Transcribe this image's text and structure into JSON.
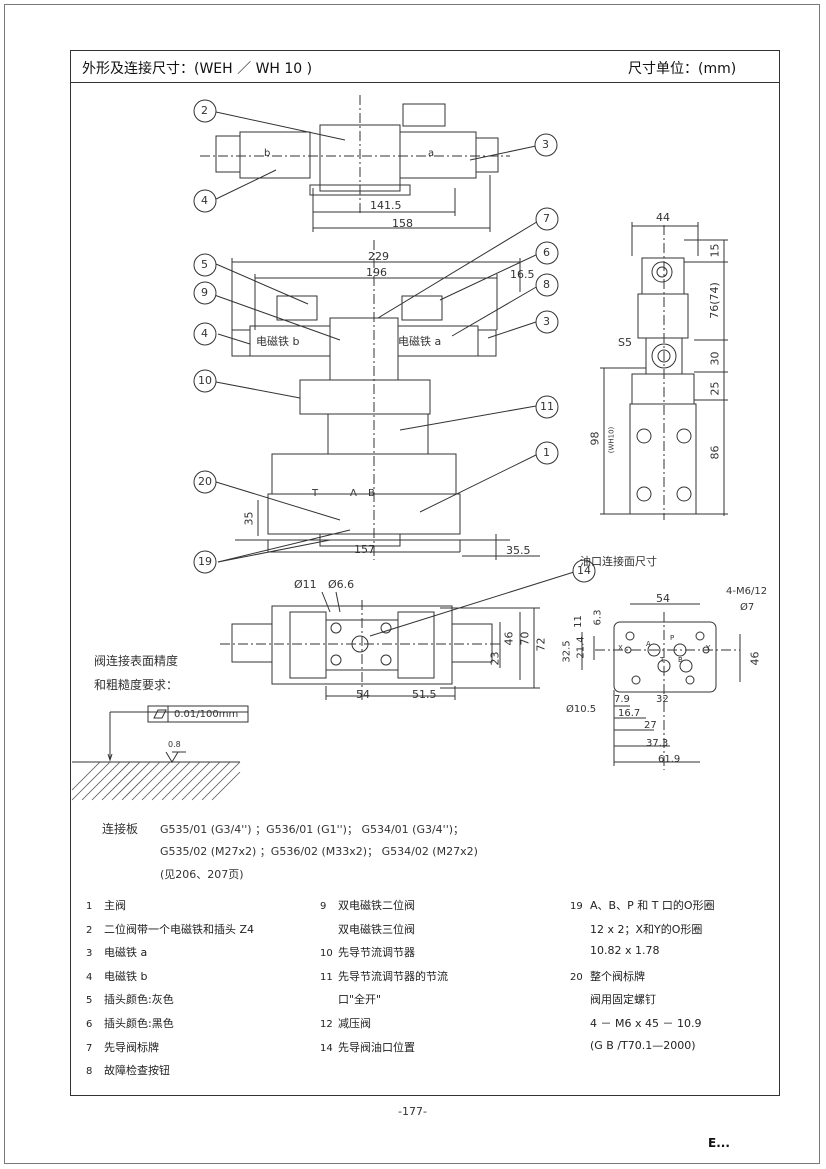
{
  "header": {
    "title": "外形及连接尺寸：(WEH ／ WH 10 )",
    "units": "尺寸单位：(mm)"
  },
  "drawing_labels": {
    "top_view": {
      "dim_1": "141.5",
      "dim_2": "158",
      "letter_a": "a",
      "letter_b": "b"
    },
    "front_view": {
      "dim_229": "229",
      "dim_196": "196",
      "dim_165": "16.5",
      "solenoid_b": "电磁铁 b",
      "solenoid_a": "电磁铁 a",
      "dim_35": "35",
      "dim_157": "157",
      "dim_355": "35.5",
      "port_t": "T",
      "port_a": "A",
      "port_b": "B"
    },
    "side_view": {
      "dim_44": "44",
      "dim_15": "15",
      "dim_76": "76(74)",
      "dim_30": "30",
      "dim_25": "25",
      "dim_86": "86",
      "dim_98": "98",
      "dim_s5": "S5",
      "dim_wh": "(WH10)"
    },
    "bottom_view": {
      "dim_d11": "Ø11",
      "dim_d66": "Ø6.6",
      "dim_46": "46",
      "dim_70": "70",
      "dim_72": "72",
      "dim_23": "23",
      "dim_54": "54",
      "dim_515": "51.5"
    },
    "port_face": {
      "title": "油口连接面尺寸",
      "dim_54": "54",
      "dim_m6": "4-M6/12",
      "dim_d7": "Ø7",
      "dim_11": "11",
      "dim_63": "6.3",
      "dim_325": "32.5",
      "dim_214": "21.4",
      "dim_46": "46",
      "dim_d105": "Ø10.5",
      "dim_79": "7.9",
      "dim_167": "16.7",
      "dim_32": "32",
      "dim_27": "27",
      "dim_373": "37.3",
      "dim_619": "61.9",
      "port_p": "P",
      "port_a": "A",
      "port_b": "B",
      "port_t": "T",
      "port_x": "X",
      "port_y": "Y"
    },
    "callouts": {
      "n2": "2",
      "n3": "3",
      "n4": "4",
      "n5": "5",
      "n6": "6",
      "n7": "7",
      "n8": "8",
      "n9": "9",
      "n10": "10",
      "n11": "11",
      "n1": "1",
      "n20": "20",
      "n19": "19",
      "n14": "14",
      "n3b": "3",
      "n4b": "4"
    }
  },
  "surface": {
    "line1": "阀连接表面精度",
    "line2": "和粗糙度要求：",
    "flatness": "0.01/100mm",
    "roughness": "0.8"
  },
  "subplate": {
    "label": "连接板",
    "line1": "G535/01 (G3/4'') ；G536/01 (G1'')； G534/01 (G3/4'')；",
    "line2": "G535/02 (M27x2) ；G536/02 (M33x2)； G534/02 (M27x2)",
    "line3": "(见206、207页)"
  },
  "legend": {
    "col1": [
      {
        "num": "1",
        "text": "主阀"
      },
      {
        "num": "2",
        "text": "二位阀带一个电磁铁和插头 Z4"
      },
      {
        "num": "3",
        "text": "电磁铁 a"
      },
      {
        "num": "4",
        "text": "电磁铁 b"
      },
      {
        "num": "5",
        "text": "插头颜色:灰色"
      },
      {
        "num": "6",
        "text": "插头颜色:黑色"
      },
      {
        "num": "7",
        "text": "先导阀标牌"
      },
      {
        "num": "8",
        "text": "故障检查按钮"
      }
    ],
    "col2": [
      {
        "num": "9",
        "text": "双电磁铁二位阀"
      },
      {
        "num": "",
        "text": "双电磁铁三位阀"
      },
      {
        "num": "10",
        "text": "先导节流调节器"
      },
      {
        "num": "11",
        "text": "先导节流调节器的节流"
      },
      {
        "num": "",
        "text": "口\"全开\""
      },
      {
        "num": "12",
        "text": "减压阀"
      },
      {
        "num": "14",
        "text": "先导阀油口位置"
      }
    ],
    "col3": [
      {
        "num": "19",
        "text": "A、B、P 和 T 口的O形圈"
      },
      {
        "num": "",
        "text": "12 x 2；X和Y的O形圈"
      },
      {
        "num": "",
        "text": "10.82 x 1.78"
      },
      {
        "num": "20",
        "text": "整个阀标牌"
      },
      {
        "num": "",
        "text": "阀用固定螺钉"
      },
      {
        "num": "",
        "text": "4 － M6 x 45 － 10.9"
      },
      {
        "num": "",
        "text": "(G B /T70.1—2000)"
      }
    ]
  },
  "footer": {
    "page": "-177-",
    "logo": "E..."
  }
}
